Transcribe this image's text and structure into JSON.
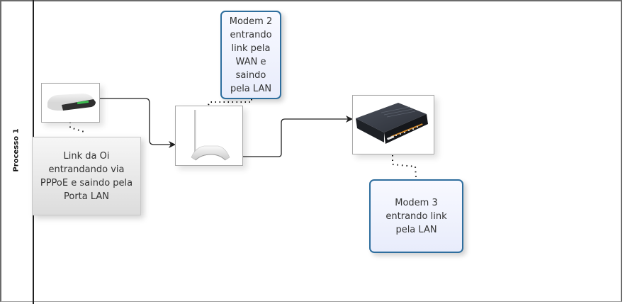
{
  "lane": {
    "label": "Processo 1"
  },
  "devices": [
    {
      "id": "modem-1",
      "kind": "dsl-modem"
    },
    {
      "id": "modem-2",
      "kind": "wireless-router"
    },
    {
      "id": "modem-3",
      "kind": "ethernet-switch"
    }
  ],
  "annotations": {
    "modem1": "Link da Oi\nentrandando via\nPPPoE e saindo pela\nPorta LAN",
    "modem2": "Modem 2\nentrando\nlink pela\nWAN e\nsaindo\npela LAN",
    "modem3": "Modem 3\nentrando link\npela LAN"
  },
  "colors": {
    "note_border": "#2e6e9e",
    "connector": "#1f1f1f",
    "lane_border": "#6b6b6b"
  }
}
